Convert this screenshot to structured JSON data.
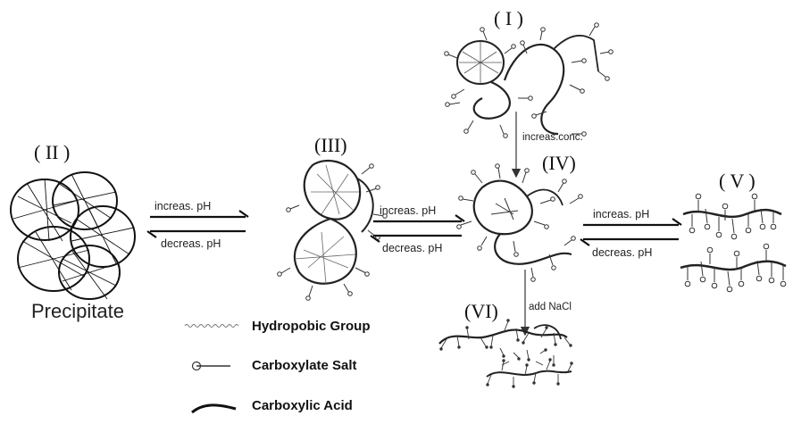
{
  "states": {
    "I": "( I )",
    "II": "( II )",
    "III": "(III)",
    "IV": "(IV)",
    "V": "( V )",
    "VI": "(VI)"
  },
  "arrows": {
    "ii_iii_forward": "increas. pH",
    "ii_iii_reverse": "decreas. pH",
    "iii_iv_forward": "increas. pH",
    "iii_iv_reverse": "decreas. pH",
    "iv_v_forward": "increas. pH",
    "iv_v_reverse": "decreas. pH",
    "i_to_iv": "increas.conc.",
    "iv_to_vi": "add NaCl"
  },
  "precipitate_label": "Precipitate",
  "legend": [
    {
      "icon": "wavy-line-icon",
      "label": "Hydropobic Group"
    },
    {
      "icon": "ball-stick-icon",
      "label": "Carboxylate Salt"
    },
    {
      "icon": "thick-curve-icon",
      "label": "Carboxylic Acid"
    }
  ]
}
